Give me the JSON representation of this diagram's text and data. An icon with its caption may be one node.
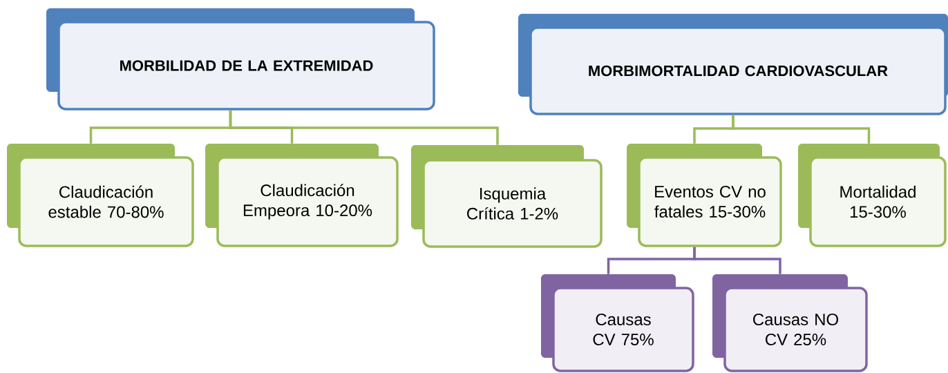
{
  "diagram": {
    "nodes": [
      {
        "text": [
          "MORBILIDAD DE LA EXTREMIDAD"
        ]
      },
      {
        "text": [
          "MORBIMORTALIDAD CARDIOVASCULAR"
        ]
      },
      {
        "text": [
          "Claudicación estable 70-80%"
        ]
      },
      {
        "text": [
          "Claudicación Empeora 10-20%"
        ]
      },
      {
        "text": [
          "Isquemia Crítica 1-2%"
        ]
      },
      {
        "text": [
          "Eventos CV no fatales 15-30%"
        ]
      },
      {
        "text": [
          "Mortalidad 15-30%"
        ]
      },
      {
        "text": [
          "Causas CV 75%"
        ]
      },
      {
        "text": [
          "Causas NO CV 25%"
        ]
      }
    ],
    "edges": [
      {
        "from": 0,
        "to": 2,
        "arrow": "none"
      },
      {
        "from": 0,
        "to": 3,
        "arrow": "none"
      },
      {
        "from": 0,
        "to": 4,
        "arrow": "none"
      },
      {
        "from": 1,
        "to": 5,
        "arrow": "none"
      },
      {
        "from": 1,
        "to": 6,
        "arrow": "none"
      },
      {
        "from": 5,
        "to": 7,
        "arrow": "none",
        "color": "#8064a2"
      },
      {
        "from": 5,
        "to": 8,
        "arrow": "none",
        "color": "#8064a2"
      }
    ]
  }
}
